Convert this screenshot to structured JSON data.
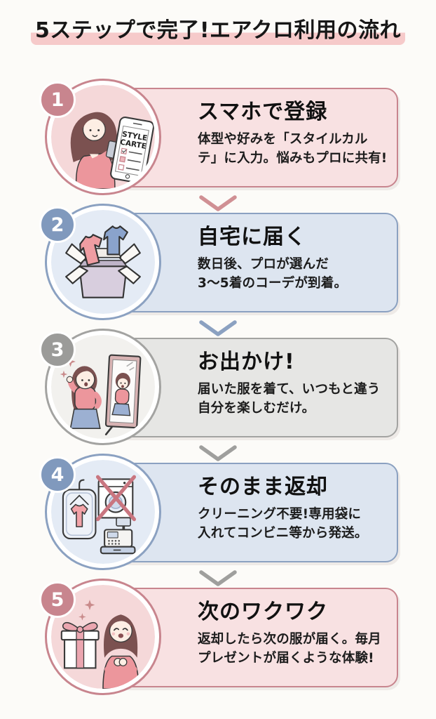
{
  "page": {
    "background": "#fcfbf8",
    "title": "5ステップで完了!エアクロ利用の流れ",
    "title_highlight_color": "#f6caca"
  },
  "colors": {
    "accent_pink": "#c8858e",
    "accent_blue": "#8ba1c1",
    "accent_gray": "#9b9b99",
    "card_pink": "#f8e1e2",
    "card_blue": "#dde5f0",
    "card_gray": "#e6e6e4"
  },
  "steps": [
    {
      "number": "1",
      "title": "スマホで登録",
      "description": "体型や好みを「スタイルカル\nテ」に入力。悩みもプロに共有!",
      "theme": "pink",
      "accent_color": "#c8858e",
      "illustration": "woman-registering-on-tablet",
      "tablet_text_line1": "STYLE",
      "tablet_text_line2": "CARTE"
    },
    {
      "number": "2",
      "title": "自宅に届く",
      "description": "数日後、プロが選んだ\n3〜5着のコーデが到着。",
      "theme": "blue",
      "accent_color": "#8ba1c1",
      "illustration": "open-box-with-clothes"
    },
    {
      "number": "3",
      "title": "お出かけ!",
      "description": "届いた服を着て、いつもと違う\n自分を楽しむだけ。",
      "theme": "gray",
      "accent_color": "#9b9b99",
      "illustration": "woman-looking-in-mirror"
    },
    {
      "number": "4",
      "title": "そのまま返却",
      "description": "クリーニング不要!専用袋に\n入れてコンビニ等から発送。",
      "theme": "blue",
      "accent_color": "#8ba1c1",
      "illustration": "garment-bag-no-washing-cash-register"
    },
    {
      "number": "5",
      "title": "次のワクワク",
      "description": "返却したら次の服が届く。毎月\nプレゼントが届くような体験!",
      "theme": "pink",
      "accent_color": "#c8858e",
      "illustration": "gift-box-happy-woman"
    }
  ],
  "arrows": [
    {
      "icon": "chevron-down-icon",
      "color": "#d09094"
    },
    {
      "icon": "chevron-down-icon",
      "color": "#8ba1c1"
    },
    {
      "icon": "chevron-down-icon",
      "color": "#9f9f9d"
    },
    {
      "icon": "chevron-down-icon",
      "color": "#9f9f9d"
    }
  ]
}
